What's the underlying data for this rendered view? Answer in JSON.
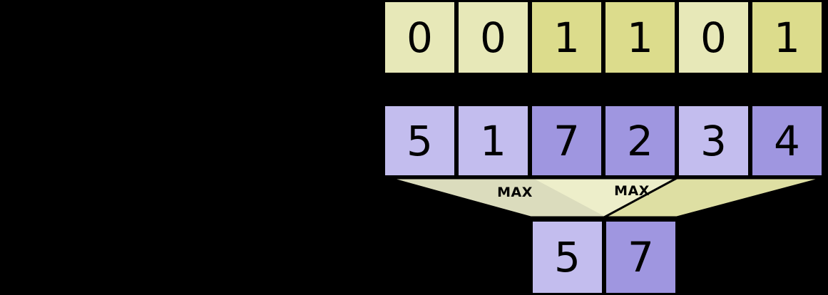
{
  "diagram": {
    "title": "max-pooling-with-binary-mask",
    "colors": {
      "yellow_light": "#e7e8b8",
      "yellow_dark": "#dcdc8c",
      "purple_light": "#c3bdee",
      "purple_dark": "#9f96e0",
      "funnel_light": "#eeefcd",
      "funnel_dark": "#dedfa3",
      "outline": "#000000",
      "background": "#000000"
    },
    "mask_row": {
      "name": "binary-mask-row",
      "cells": [
        {
          "value": "0",
          "fill": "#e7e8b8"
        },
        {
          "value": "0",
          "fill": "#e7e8b8"
        },
        {
          "value": "1",
          "fill": "#dcdc8c"
        },
        {
          "value": "1",
          "fill": "#dcdc8c"
        },
        {
          "value": "0",
          "fill": "#e7e8b8"
        },
        {
          "value": "1",
          "fill": "#dcdc8c"
        }
      ]
    },
    "values_row": {
      "name": "input-values-row",
      "cells": [
        {
          "value": "5",
          "fill": "#c3bdee"
        },
        {
          "value": "1",
          "fill": "#c3bdee"
        },
        {
          "value": "7",
          "fill": "#9f96e0"
        },
        {
          "value": "2",
          "fill": "#9f96e0"
        },
        {
          "value": "3",
          "fill": "#c3bdee"
        },
        {
          "value": "4",
          "fill": "#9f96e0"
        }
      ]
    },
    "operations": [
      {
        "label": "MAX",
        "name": "max-operation-left"
      },
      {
        "label": "MAX",
        "name": "max-operation-right"
      }
    ],
    "output_row": {
      "name": "pooled-output-row",
      "cells": [
        {
          "value": "5",
          "fill": "#c3bdee"
        },
        {
          "value": "7",
          "fill": "#9f96e0"
        }
      ]
    }
  }
}
